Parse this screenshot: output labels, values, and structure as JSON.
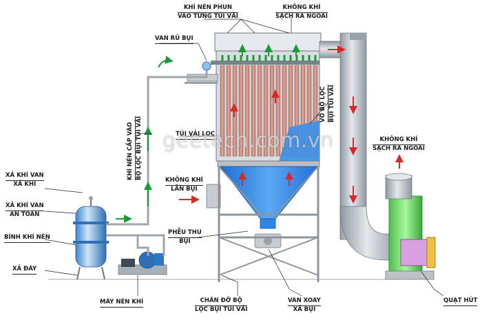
{
  "labels": {
    "compressed_air_spray": [
      "KHÍ NÉN PHUN",
      "VÀO TỪNG TÚI VẢI"
    ],
    "clean_air_out_top": [
      "KHÔNG KHÍ",
      "SẠCH RA NGOÀI"
    ],
    "dust_shake_valve": "VAN RŨ BỤI",
    "compressed_air_supply": [
      "KHÍ NÉN CẤP VÀO",
      "BỘ LỌC BỤI TÚI VẢI"
    ],
    "filter_bag": "TÚI VẢI LỌC",
    "filter_shell": [
      "VỎ BỘ LỌC",
      "BỤI TÚI VẢI"
    ],
    "dusty_air_in": [
      "KHÔNG KHÍ",
      "LẪN BỤI"
    ],
    "clean_air_out_right": [
      "KHÔNG KHÍ",
      "SẠCH RA NGOÀI"
    ],
    "tank_vent_valve": [
      "XẢ KHÍ VAN",
      "XẢ KHÍ"
    ],
    "safety_valve": [
      "XẢ KHÍ VAN",
      "AN TOÀN"
    ],
    "air_tank": "BÌNH KHÍ NÉN",
    "bottom_drain": "XẢ ĐÁY",
    "dust_hopper": [
      "PHỄU THU",
      "BỤI"
    ],
    "air_compressor": "MÁY NÉN KHÍ",
    "support_frame": [
      "CHÂN ĐỠ BỘ",
      "LỌC BỤI TÚI VẢI"
    ],
    "rotary_valve": [
      "VAN XOAY",
      "XẢ BỤI"
    ],
    "exhaust_fan": "QUẠT HÚT"
  },
  "watermark": "geetech.com.vn",
  "colors": {
    "bags": "#c98a7e",
    "cone": "#2f86e6",
    "frame": "#a7adb2",
    "duct": "#b6bec6",
    "fan": "#7fe07a",
    "motor": "#d9a0e0",
    "arrow_red": "#d42a2a",
    "arrow_green": "#1c9a3a"
  }
}
